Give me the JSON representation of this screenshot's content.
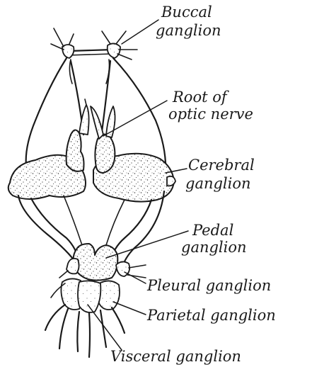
{
  "labels": {
    "buccal_1": "Buccal",
    "buccal_2": "ganglion",
    "optic_1": "Root of",
    "optic_2": "optic nerve",
    "cerebral_1": "Cerebral",
    "cerebral_2": "ganglion",
    "pedal_1": "Pedal",
    "pedal_2": "ganglion",
    "pleural": "Pleural ganglion",
    "parietal": "Parietal ganglion",
    "visceral": "Visceral ganglion"
  }
}
